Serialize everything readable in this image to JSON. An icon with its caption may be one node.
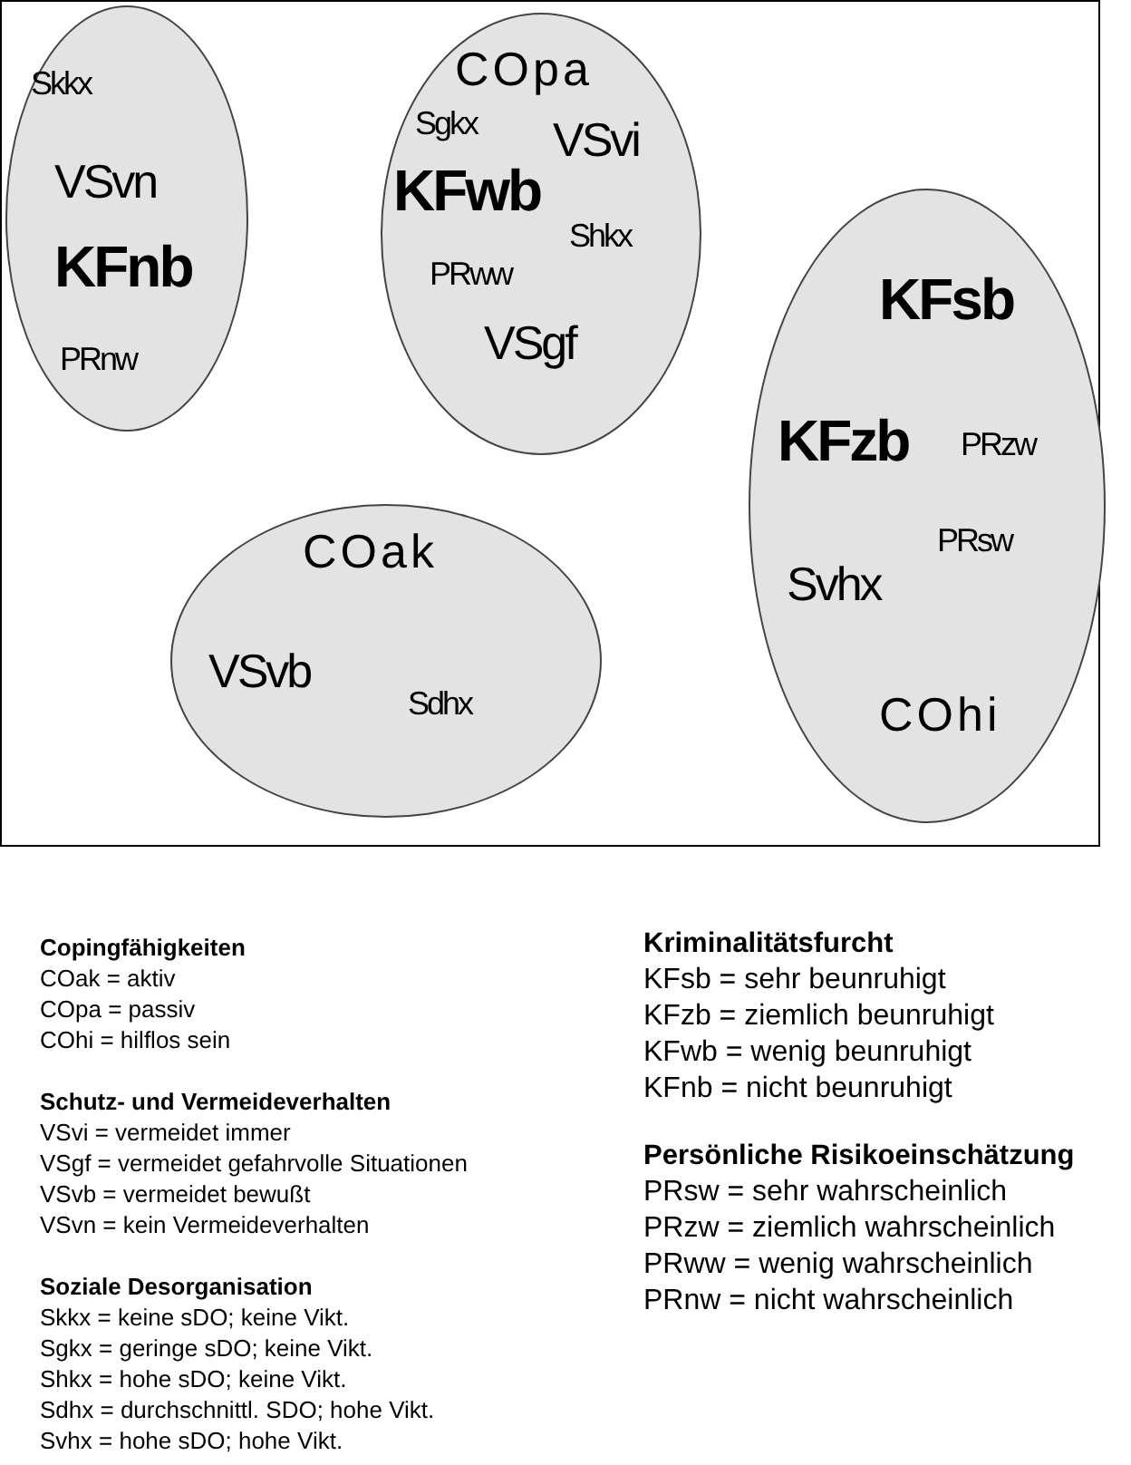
{
  "diagram": {
    "nodes": [
      {
        "text": [
          "Skkx",
          "VSvn",
          "KFnb",
          "PRnw"
        ]
      },
      {
        "text": [
          "COpa",
          "Sgkx",
          "VSvi",
          "KFwb",
          "Shkx",
          "PRww",
          "VSgf"
        ]
      },
      {
        "text": [
          "COak",
          "VSvb",
          "Sdhx"
        ]
      },
      {
        "text": [
          "KFsb",
          "KFzb",
          "PRzw",
          "PRsw",
          "Svhx",
          "COhi"
        ]
      }
    ],
    "labels": [
      "Copingfähigkeiten",
      "COak = aktiv",
      "COpa = passiv",
      "COhi = hilflos sein",
      "Schutz- und Vermeideverhalten",
      "VSvi = vermeidet immer",
      "VSgf = vermeidet gefahrvolle Situationen",
      "VSvb = vermeidet bewußt",
      "VSvn = kein Vermeideverhalten",
      "Soziale Desorganisation",
      "Skkx = keine sDO; keine Vikt.",
      "Sgkx = geringe sDO; keine Vikt.",
      "Shkx = hohe sDO; keine Vikt.",
      "Sdhx = durchschnittl. SDO; hohe Vikt.",
      "Svhx = hohe sDO; hohe Vikt.",
      "Kriminalitätsfurcht",
      "KFsb = sehr beunruhigt",
      "KFzb = ziemlich beunruhigt",
      "KFwb = wenig beunruhigt",
      "KFnb = nicht beunruhigt",
      "Persönliche Risikoeinschätzung",
      "PRsw = sehr wahrscheinlich",
      "PRzw = ziemlich wahrscheinlich",
      "PRww = wenig wahrscheinlich",
      "PRnw = nicht wahrscheinlich"
    ]
  }
}
